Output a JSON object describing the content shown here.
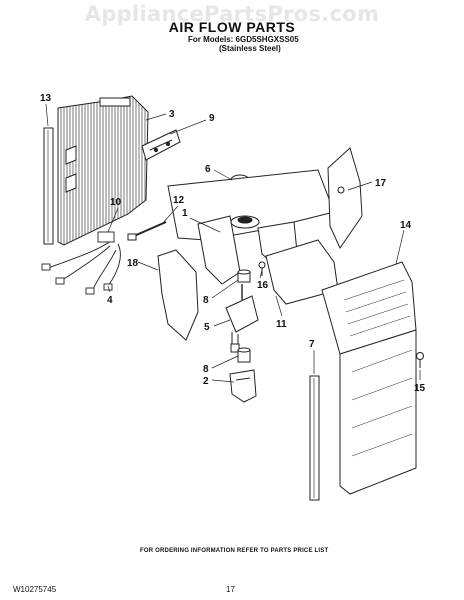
{
  "watermark": "AppliancePartsPros.com",
  "header": {
    "title": "AIR FLOW PARTS",
    "models_line": "For Models: 6GD5SHGXSS05",
    "finish_line": "(Stainless Steel)"
  },
  "callouts": [
    "13",
    "3",
    "9",
    "6",
    "17",
    "10",
    "12",
    "1",
    "14",
    "18",
    "4",
    "16",
    "8",
    "5",
    "11",
    "7",
    "8",
    "2",
    "15"
  ],
  "footer": {
    "ordering_note": "FOR ORDERING INFORMATION REFER TO PARTS PRICE LIST",
    "doc_number": "W10275745",
    "page_number": "17"
  }
}
